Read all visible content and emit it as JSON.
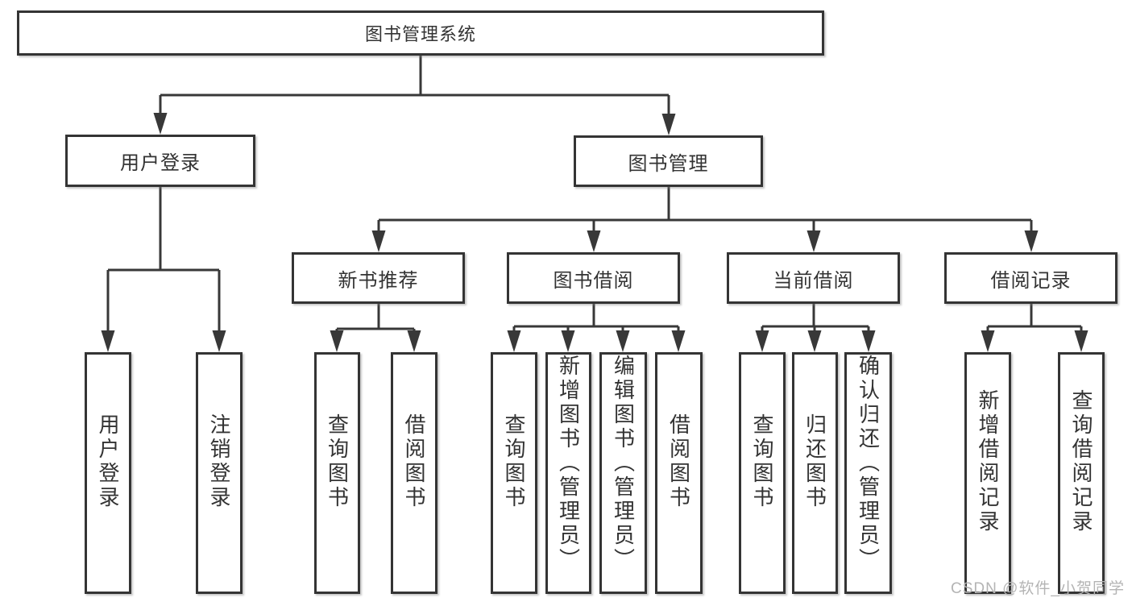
{
  "title_box": "图书管理系统",
  "user_login_branch": {
    "label": "用户登录",
    "leaves": [
      "用户登录",
      "注销登录"
    ]
  },
  "book_mgmt_branch": {
    "label": "图书管理",
    "groups": [
      {
        "label": "新书推荐",
        "leaves": [
          "查询图书",
          "借阅图书"
        ]
      },
      {
        "label": "图书借阅",
        "leaves": [
          "查询图书",
          "新增图书（管理员）",
          "编辑图书（管理员）",
          "借阅图书"
        ]
      },
      {
        "label": "当前借阅",
        "leaves": [
          "查询图书",
          "归还图书",
          "确认归还（管理员）"
        ]
      },
      {
        "label": "借阅记录",
        "leaves": [
          "新增借阅记录",
          "查询借阅记录"
        ]
      }
    ]
  },
  "watermark": "CSDN @软件_小贺同学",
  "colors": {
    "line": "#383838",
    "box_border": "#343434",
    "text": "#333333",
    "watermark": "#b4b4b4",
    "background": "#ffffff"
  }
}
